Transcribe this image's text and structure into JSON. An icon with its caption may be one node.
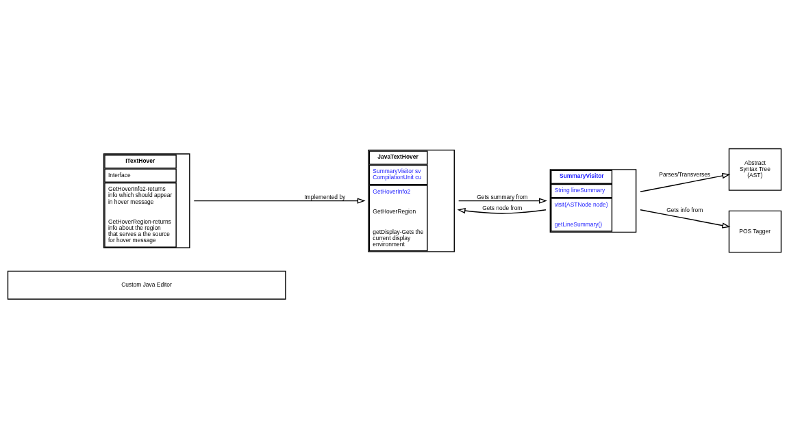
{
  "diagram": {
    "nodes": [
      {
        "text": [
          "Custom Java Editor"
        ]
      },
      {
        "text": [
          "ITextHover",
          "Interface",
          "GetHoverInfo2-returns info which should appear in hover message",
          "GetHoverRegion-returns info about the region that serves a the source for hover message"
        ]
      },
      {
        "text": [
          "JavaTextHover",
          "SummaryVisitor sv CompilationUnit cu",
          "GetHoverInfo2",
          "GetHoverRegion",
          "getDisplay-Gets the current display environment"
        ]
      },
      {
        "text": [
          "SummaryVisitor",
          "String lineSummary",
          "visit(ASTNode node)",
          "getLineSummary()"
        ]
      },
      {
        "text": [
          "Abstract Syntax Tree (AST)"
        ]
      },
      {
        "text": [
          "POS Tagger"
        ]
      }
    ],
    "edges": [
      {
        "from": 1,
        "to": 2,
        "arrow": "to",
        "label": "Implemented by"
      },
      {
        "from": 2,
        "to": 3,
        "arrow": "to",
        "label": "Gets summary from"
      },
      {
        "from": 3,
        "to": 2,
        "arrow": "to",
        "label": "Gets node from"
      },
      {
        "from": 3,
        "to": 4,
        "arrow": "to",
        "label": "Parses/Transverses"
      },
      {
        "from": 3,
        "to": 5,
        "arrow": "to",
        "label": "Gets info from"
      }
    ]
  }
}
